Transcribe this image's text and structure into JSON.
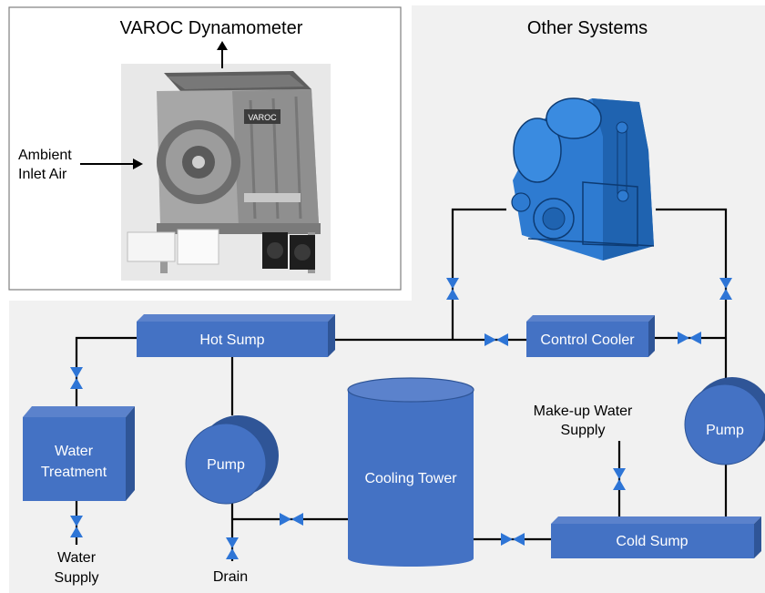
{
  "colors": {
    "panel_background": "#f1f1f1",
    "component_fill": "#4472c4",
    "component_side": "#2f5597",
    "component_top": "#5b82cc",
    "valve": "#2e75d6",
    "pipe": "#000000",
    "photo_frame": "#7f7f7f"
  },
  "dynamometer_panel": {
    "title": "VAROC Dynamometer",
    "inlet_label_line1": "Ambient",
    "inlet_label_line2": "Inlet Air",
    "photo_badge": "VAROC"
  },
  "other_systems_panel": {
    "title": "Other Systems",
    "machine_icon": "gearbox-machine-icon"
  },
  "components": {
    "hot_sump": "Hot Sump",
    "control_cooler": "Control Cooler",
    "water_treatment_line1": "Water",
    "water_treatment_line2": "Treatment",
    "pump_left": "Pump",
    "pump_right": "Pump",
    "cooling_tower": "Cooling Tower",
    "cold_sump": "Cold Sump"
  },
  "labels": {
    "makeup_line1": "Make-up Water",
    "makeup_line2": "Supply",
    "water_supply_line1": "Water",
    "water_supply_line2": "Supply",
    "drain": "Drain"
  },
  "valve_icon": "butterfly-valve-icon"
}
